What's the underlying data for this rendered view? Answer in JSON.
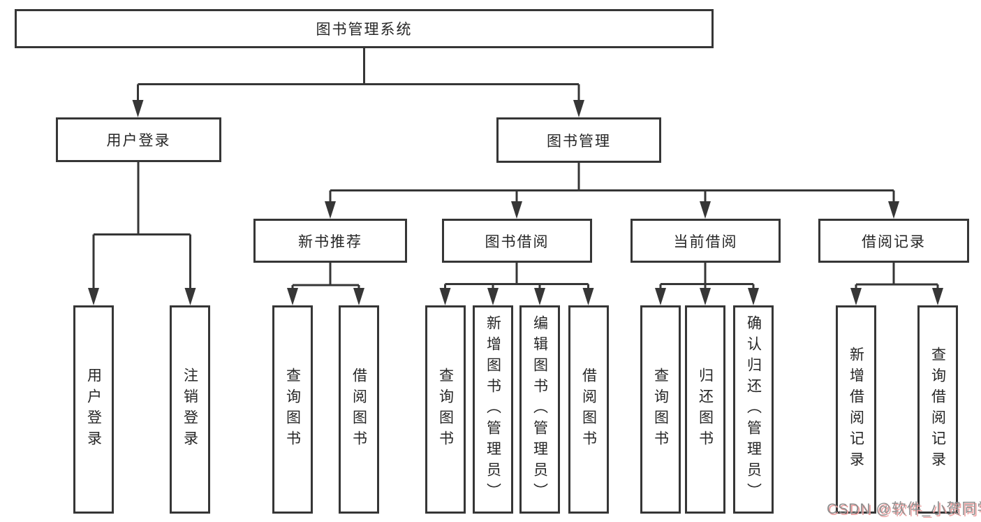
{
  "diagram_title": "图书管理系统",
  "tree": {
    "root": {
      "label": "图书管理系统"
    },
    "branches": [
      {
        "label": "用户登录",
        "children": [
          {
            "label": "用户登录"
          },
          {
            "label": "注销登录"
          }
        ]
      },
      {
        "label": "图书管理",
        "children": [
          {
            "label": "新书推荐",
            "children": [
              {
                "label": "查询图书"
              },
              {
                "label": "借阅图书"
              }
            ]
          },
          {
            "label": "图书借阅",
            "children": [
              {
                "label": "查询图书"
              },
              {
                "label": "新增图书（管理员）"
              },
              {
                "label": "编辑图书（管理员）"
              },
              {
                "label": "借阅图书"
              }
            ]
          },
          {
            "label": "当前借阅",
            "children": [
              {
                "label": "查询图书"
              },
              {
                "label": "归还图书"
              },
              {
                "label": "确认归还（管理员）"
              }
            ]
          },
          {
            "label": "借阅记录",
            "children": [
              {
                "label": "新增借阅记录"
              },
              {
                "label": "查询借阅记录"
              }
            ]
          }
        ]
      }
    ]
  },
  "watermark": "CSDN @软件_小贺同学",
  "colors": {
    "line": "#363636",
    "text": "#262626",
    "background": "#ffffff",
    "watermark_text": "#8e8e8e",
    "watermark_shadow": "#eb9f9f"
  }
}
